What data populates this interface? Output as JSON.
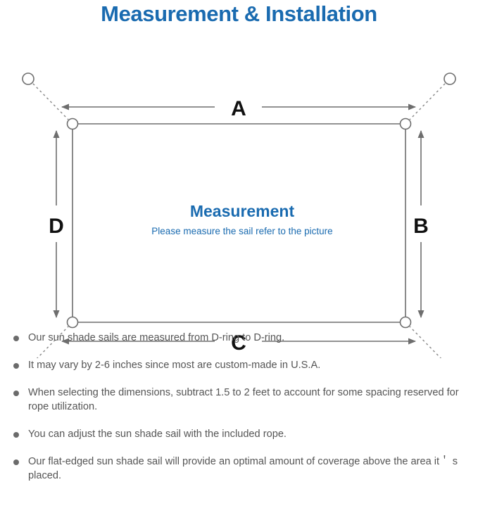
{
  "header": {
    "title": "Measurement & Installation",
    "title_color": "#1a6bb0"
  },
  "diagram": {
    "name": "sun-shade-sail-measurement-diagram",
    "center_title": "Measurement",
    "center_subtitle": "Please measure the sail refer to the picture",
    "dimension_labels": {
      "top": "A",
      "right": "B",
      "bottom": "C",
      "left": "D"
    },
    "colors": {
      "sail_outline": "#6e6e6e",
      "dimension_line": "#6e6e6e",
      "anchor_rope": "#8a8a8a",
      "label_text": "#111111",
      "center_text": "#1a6bb0"
    },
    "d_rings": [
      "top-left-d-ring",
      "top-right-d-ring",
      "bottom-right-d-ring",
      "bottom-left-d-ring"
    ],
    "anchor_points": [
      "top-left-anchor-ring",
      "top-right-anchor-ring",
      "bottom-right-anchor-ring",
      "bottom-left-anchor-ring"
    ]
  },
  "notes": {
    "items": [
      "Our sun shade sails are measured from D-ring to D-ring.",
      "It may vary by 2-6 inches since most are custom-made in U.S.A.",
      "When selecting the dimensions, subtract 1.5 to 2 feet to account for some spacing reserved for rope utilization.",
      "You can adjust the sun shade sail with the included rope.",
      "Our flat-edged sun shade sail will provide an optimal amount of coverage above the area it＇ s placed."
    ]
  }
}
